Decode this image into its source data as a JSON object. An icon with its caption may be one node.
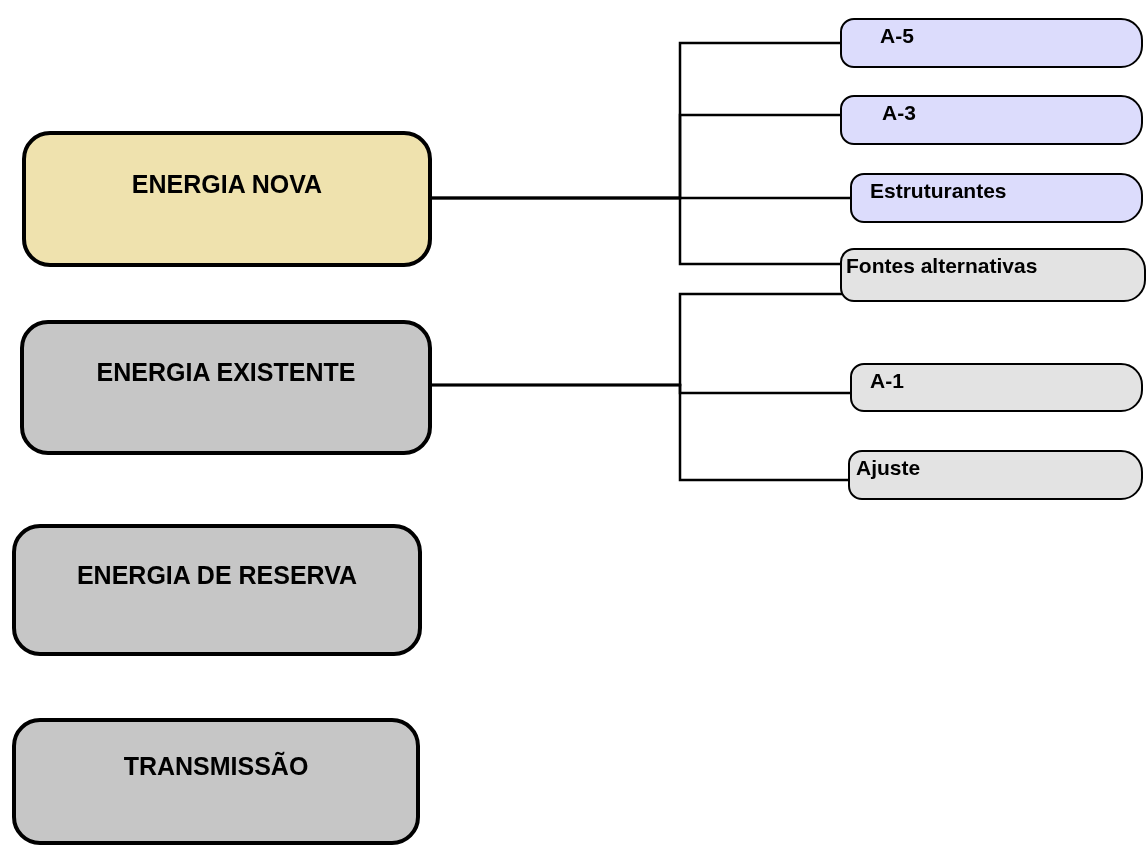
{
  "diagram": {
    "nodes": [
      {
        "text": [
          "ENERGIA NOVA"
        ]
      },
      {
        "text": [
          "ENERGIA EXISTENTE"
        ]
      },
      {
        "text": [
          "ENERGIA DE RESERVA"
        ]
      },
      {
        "text": [
          "TRANSMISSÃO"
        ]
      },
      {
        "text": [
          "A-5"
        ]
      },
      {
        "text": [
          "A-3"
        ]
      },
      {
        "text": [
          "Estruturantes"
        ]
      },
      {
        "text": [
          "Fontes alternativas"
        ]
      },
      {
        "text": [
          "A-1"
        ]
      },
      {
        "text": [
          "Ajuste"
        ]
      }
    ],
    "edges": [
      {
        "from": 0,
        "to": 4,
        "arrow": "none"
      },
      {
        "from": 0,
        "to": 5,
        "arrow": "none"
      },
      {
        "from": 0,
        "to": 6,
        "arrow": "none"
      },
      {
        "from": 0,
        "to": 7,
        "arrow": "none"
      },
      {
        "from": 1,
        "to": 7,
        "arrow": "none"
      },
      {
        "from": 1,
        "to": 8,
        "arrow": "none"
      },
      {
        "from": 1,
        "to": 9,
        "arrow": "none"
      }
    ]
  }
}
